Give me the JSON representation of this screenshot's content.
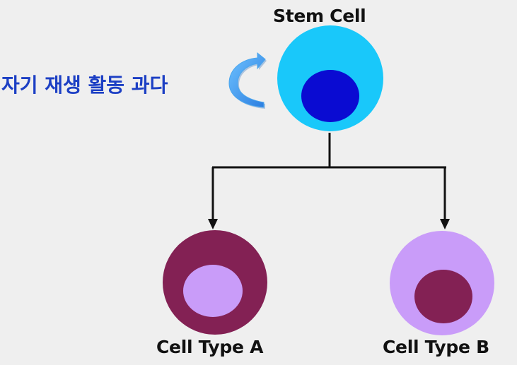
{
  "labels": {
    "stem_cell": "Stem Cell",
    "self_renewal": "자기 재생 활동 과다",
    "cell_type_a": "Cell Type A",
    "cell_type_b": "Cell Type B"
  },
  "colors": {
    "background": "#efefef",
    "stem_outer": "#19c8fa",
    "stem_nucleus": "#0a0bd2",
    "type_a_outer": "#832154",
    "type_a_nucleus": "#c99cf9",
    "type_b_outer": "#c99cf9",
    "type_b_nucleus": "#832154",
    "self_renewal_text": "#1c3fc4",
    "self_renewal_arrow": "#3f9ee8",
    "connector": "#111111"
  },
  "icons": {
    "renewal_arrow": "curved-arrow-icon"
  }
}
